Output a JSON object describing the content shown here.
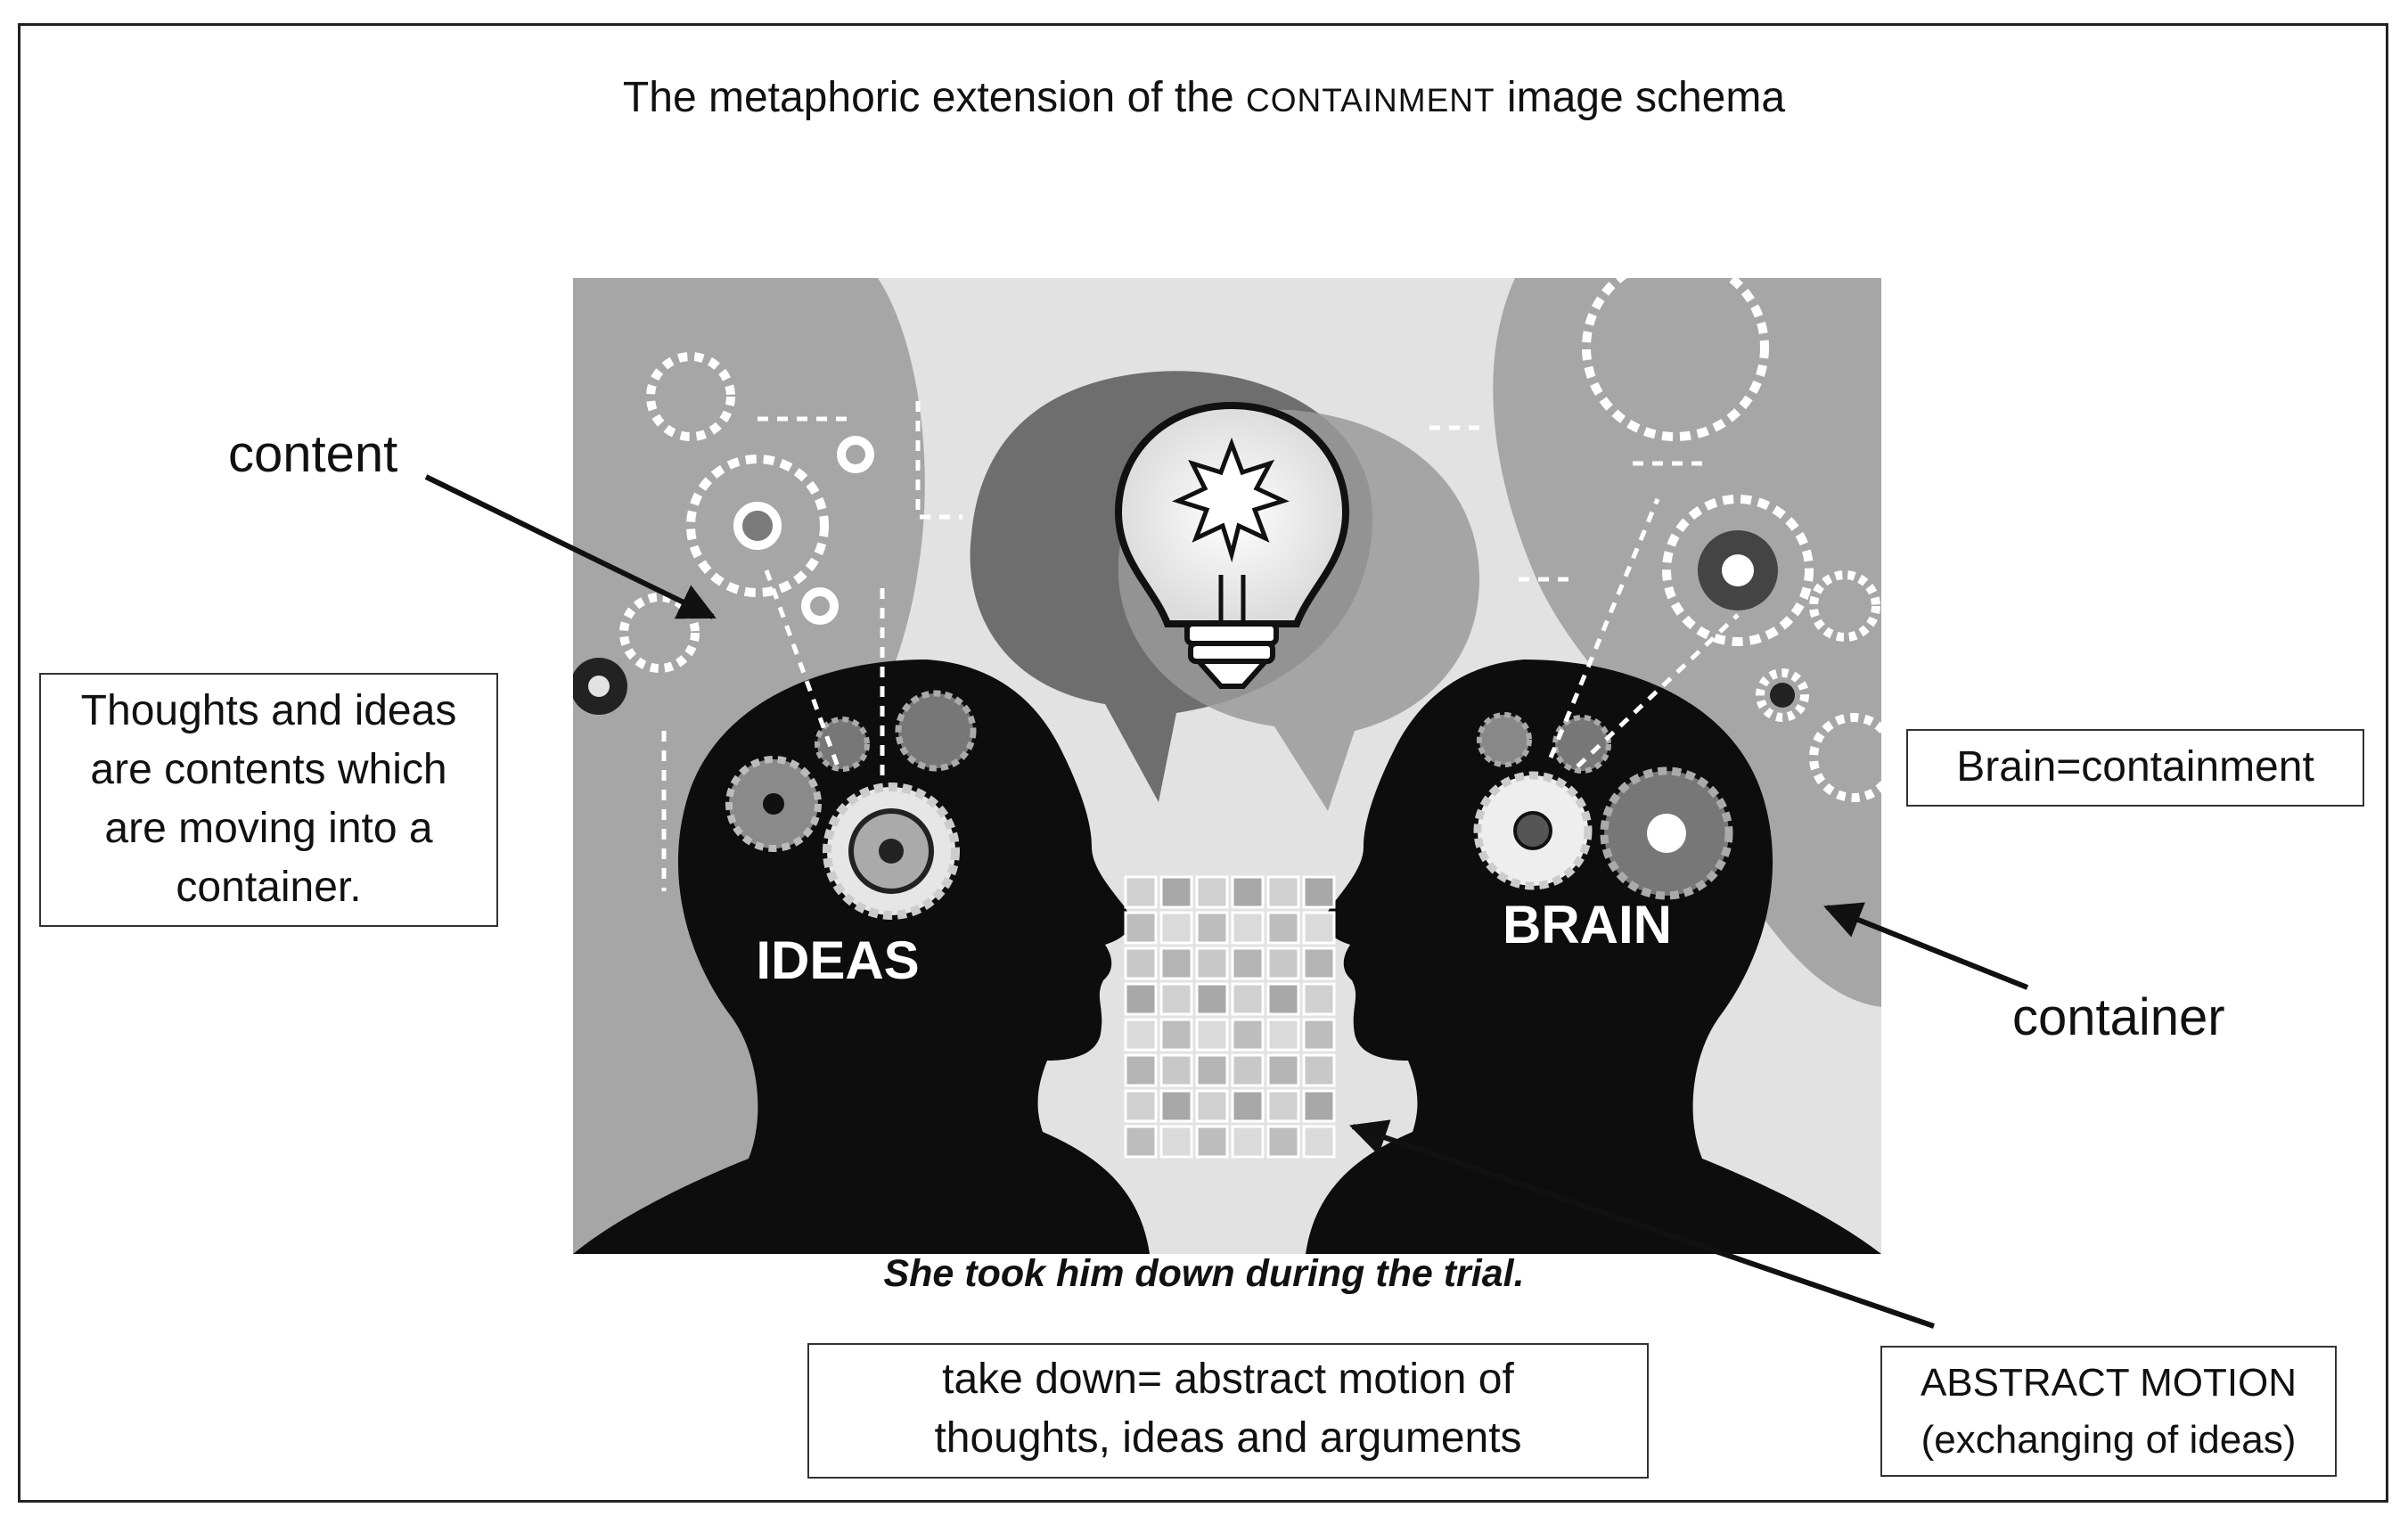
{
  "title": {
    "prefix": "The metaphoric extension of the ",
    "emphasis": "CONTAINMENT",
    "suffix": " image schema"
  },
  "labels": {
    "content": "content",
    "container": "container"
  },
  "boxes": {
    "thoughts": [
      "Thoughts and ideas",
      "are contents which",
      "are moving into a",
      "container."
    ],
    "brain": "Brain=containment",
    "take_down": [
      "take down= abstract motion of",
      "thoughts, ideas and arguments"
    ],
    "abstract_motion": [
      "ABSTRACT MOTION",
      "(exchanging of ideas)"
    ]
  },
  "illustration": {
    "left_head_text": "IDEAS",
    "right_head_text": "BRAIN"
  },
  "caption": "She took him down during the trial.",
  "colors": {
    "frame": "#222222",
    "head": "#0d0d0d",
    "cloud": "#a6a6a6",
    "background": "#e2e2e2",
    "bubble_dark": "#6e6e6e",
    "bubble_light": "#9a9a9a"
  }
}
